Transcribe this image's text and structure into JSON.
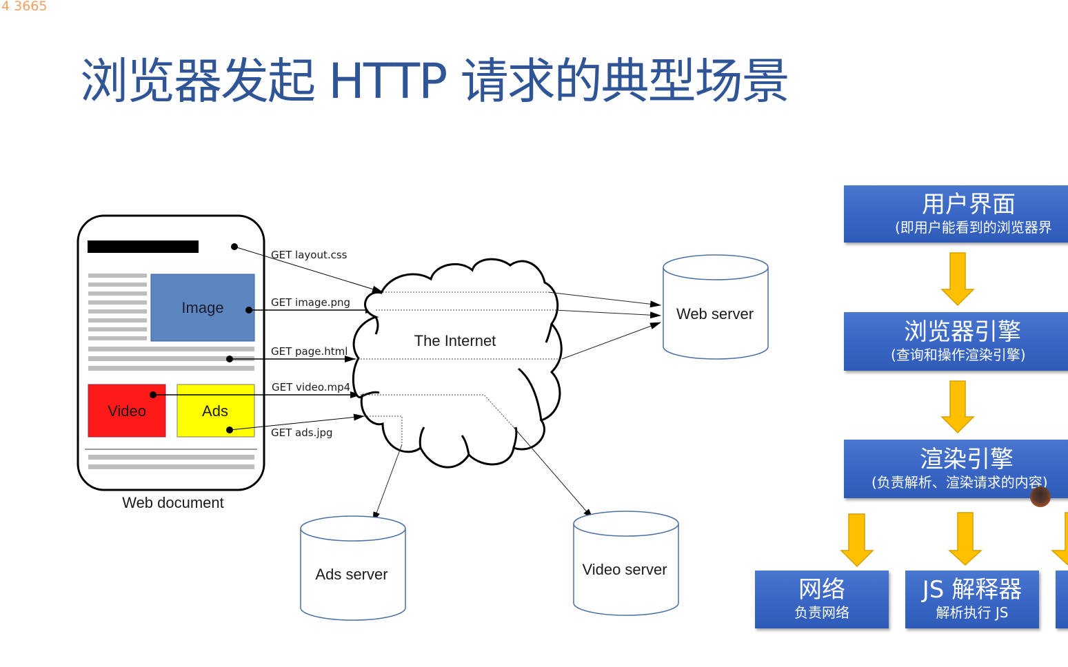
{
  "slide_counter": "4 3665",
  "title": "浏览器发起 HTTP 请求的典型场景",
  "diagram": {
    "web_document": {
      "caption": "Web document",
      "image_label": "Image",
      "video_label": "Video",
      "ads_label": "Ads"
    },
    "requests": [
      {
        "label": "GET layout.css"
      },
      {
        "label": "GET image.png"
      },
      {
        "label": "GET page.html"
      },
      {
        "label": "GET video.mp4"
      },
      {
        "label": "GET ads.jpg"
      }
    ],
    "internet_label": "The Internet",
    "servers": {
      "web": "Web server",
      "ads": "Ads server",
      "video": "Video server"
    },
    "colors": {
      "image_block": "#5b86c0",
      "video_block": "#ff1a1a",
      "ads_block": "#ffff00",
      "server_outline": "#4a6fa5"
    }
  },
  "architecture": {
    "user_interface": {
      "title": "用户界面",
      "subtitle": "(即用户能看到的浏览器界"
    },
    "browser_engine": {
      "title": "浏览器引擎",
      "subtitle": "(查询和操作渲染引擎)"
    },
    "rendering_engine": {
      "title": "渲染引擎",
      "subtitle": "(负责解析、渲染请求的内容)"
    },
    "network": {
      "title": "网络",
      "subtitle": "负责网络"
    },
    "js_interpreter": {
      "title": "JS 解释器",
      "subtitle": "解析执行 JS"
    },
    "colors": {
      "box": "#3a66c6",
      "arrow": "#ffc000",
      "arrow_border": "#d4a000"
    }
  }
}
